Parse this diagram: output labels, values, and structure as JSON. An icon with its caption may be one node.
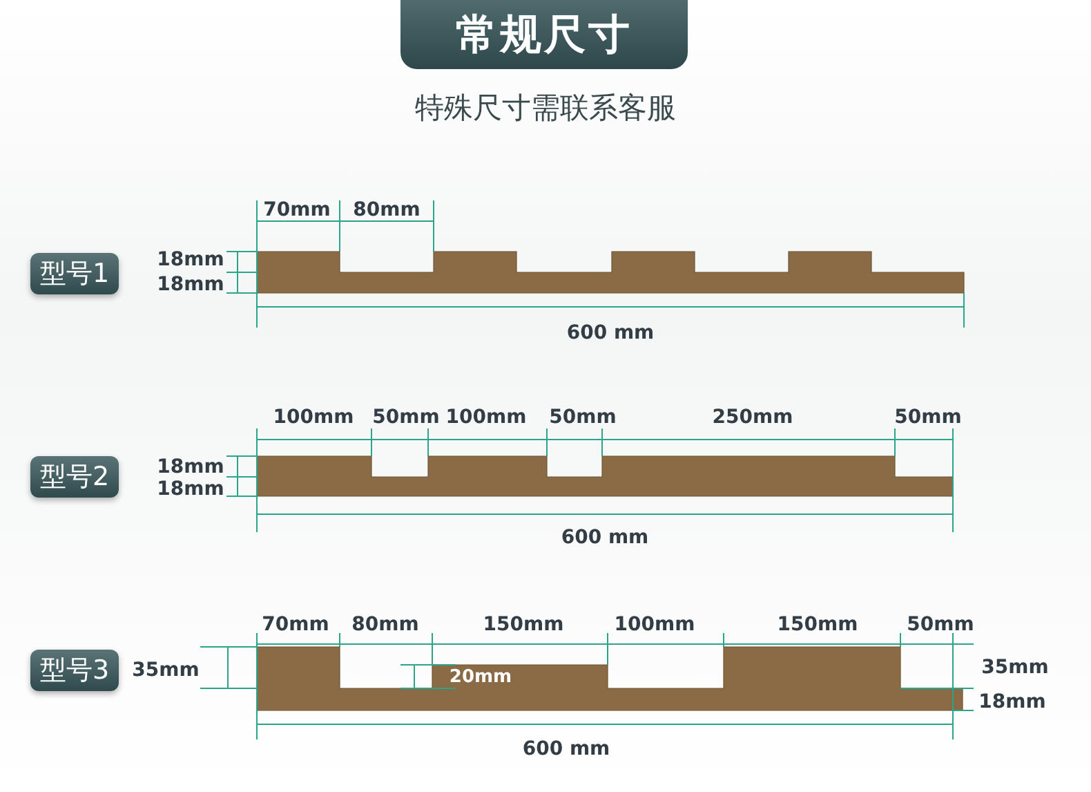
{
  "diagram": {
    "title": "常规尺寸",
    "nodes": [
      {
        "text": [
          "型号1"
        ]
      },
      {
        "text": [
          "型号2"
        ]
      },
      {
        "text": [
          "型号3"
        ]
      }
    ],
    "labels": [
      "特殊尺寸需联系客服",
      "70mm",
      "80mm",
      "18mm",
      "18mm",
      "600 mm",
      "100mm",
      "50mm",
      "100mm",
      "50mm",
      "250mm",
      "50mm",
      "18mm",
      "18mm",
      "600 mm",
      "70mm",
      "80mm",
      "150mm",
      "100mm",
      "150mm",
      "50mm",
      "35mm",
      "35mm",
      "20mm",
      "18mm",
      "600 mm"
    ]
  }
}
